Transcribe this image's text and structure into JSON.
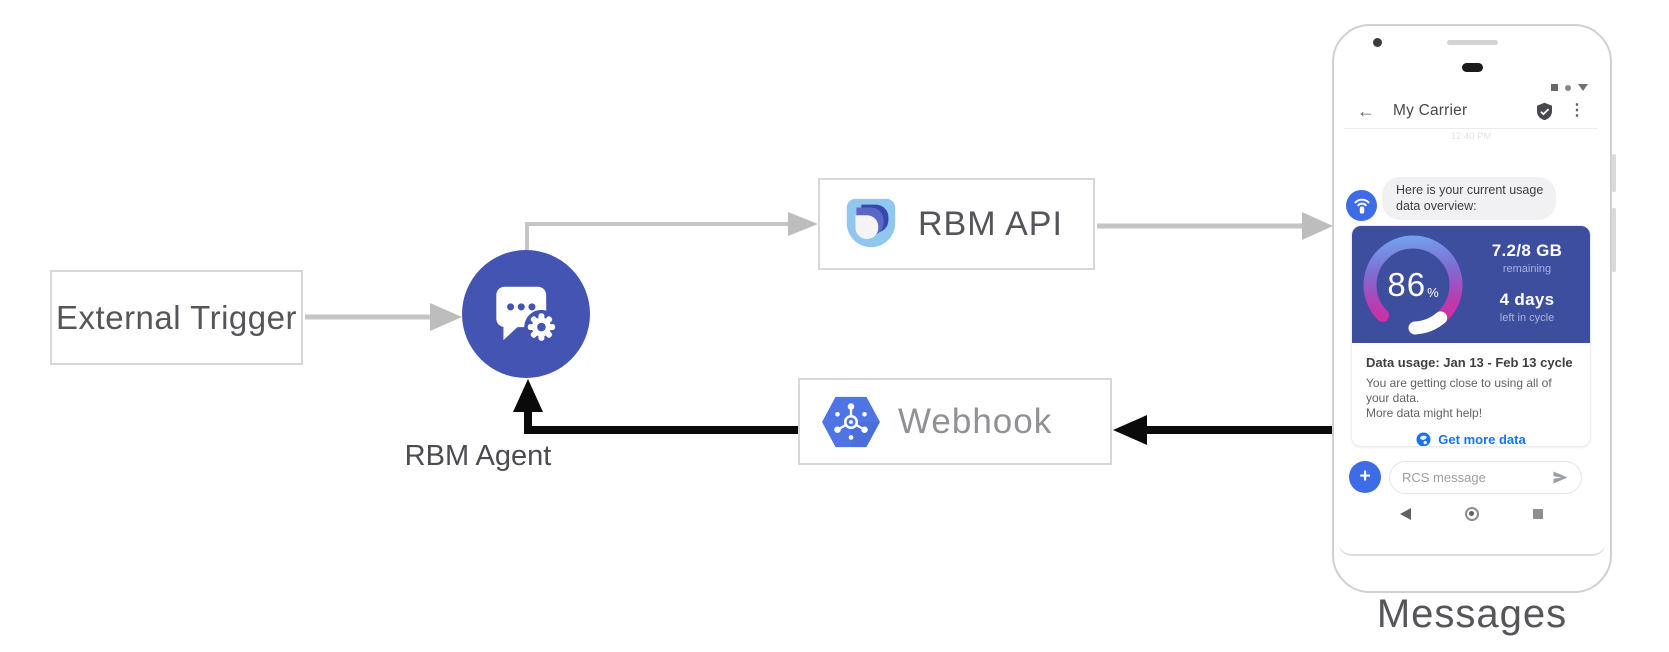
{
  "colors": {
    "accent_indigo": "#4354b3",
    "card_indigo": "#3e4e9e",
    "avatar_blue": "#3e6ce6",
    "hexagon_blue": "#4e74e6",
    "link_blue": "#1a73e8",
    "connector_gray": "#c5c5c5",
    "connector_black": "#0a0a0a",
    "gauge_gradient": [
      "#6db4f5",
      "#7e6ed4",
      "#bb3bb0",
      "#ee1e96"
    ]
  },
  "diagram": {
    "external_trigger": {
      "label": "External Trigger"
    },
    "rbm_agent": {
      "label": "RBM Agent",
      "icon": "chat-bubble-gear-icon"
    },
    "rbm_api": {
      "label": "RBM API",
      "icon": "business-messages-logo"
    },
    "webhook": {
      "label": "Webhook",
      "icon": "pubsub-hexagon-icon"
    },
    "phone_caption": "Messages"
  },
  "phone": {
    "app_bar": {
      "back_glyph": "←",
      "title": "My Carrier",
      "verified_icon": "verified-badge-icon",
      "menu_glyph": "⋮"
    },
    "chat": {
      "timestamp": "12:40 PM",
      "agent_avatar_icon": "antenna-icon",
      "message": {
        "line1": "Here is your current usage",
        "line2": "data overview:"
      }
    },
    "usage_card": {
      "gauge_percent": "86",
      "gauge_percent_suffix": "%",
      "remaining_value": "7.2/8 GB",
      "remaining_caption": "remaining",
      "days_value": "4 days",
      "days_caption": "left in cycle",
      "heading": "Data usage: Jan 13 - Feb 13 cycle",
      "body_line1": "You are getting close to using all of your data.",
      "body_line2": "More data might help!",
      "action_label": "Get more data"
    },
    "composer": {
      "attach_glyph": "+",
      "placeholder": "RCS message"
    }
  }
}
